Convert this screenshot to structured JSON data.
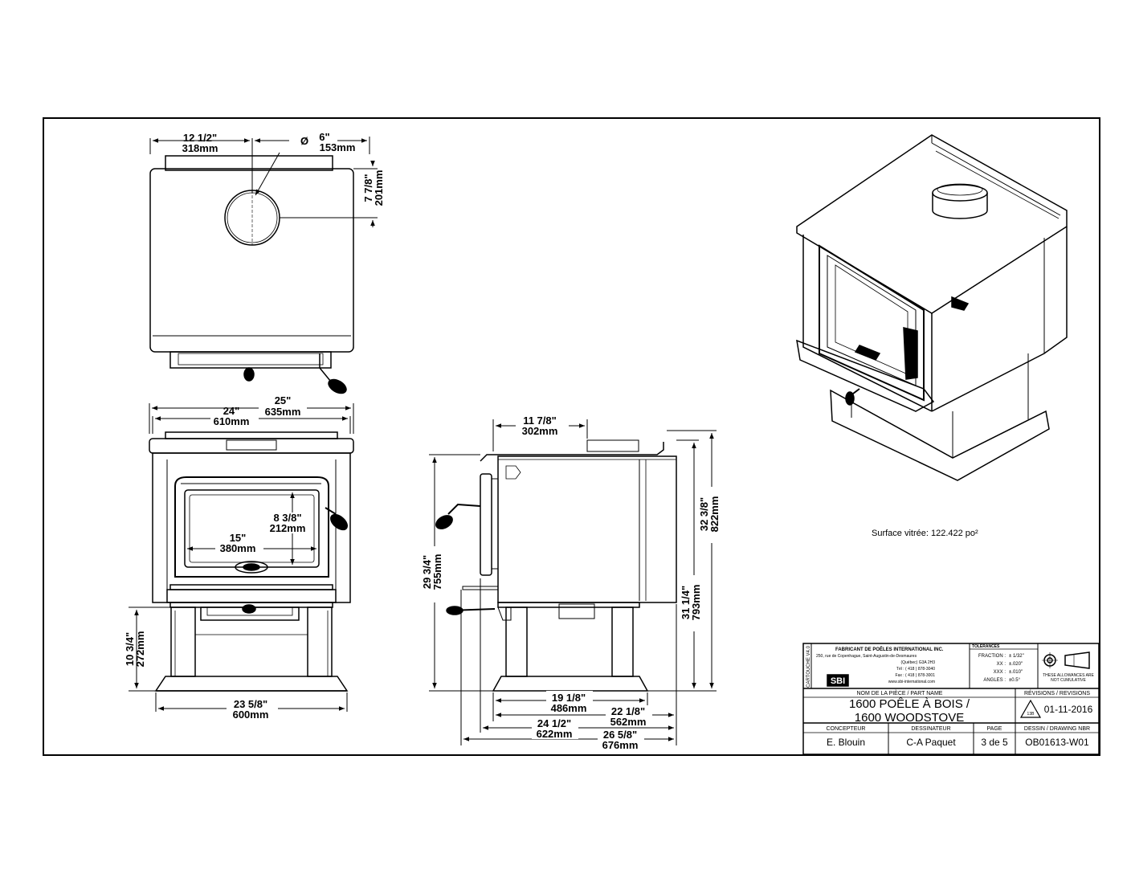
{
  "top_view": {
    "width_in": "12 1/2\"",
    "width_mm": "318mm",
    "diameter_in": "6\"",
    "diameter_mm": "153mm",
    "diameter_symbol": "Ø",
    "depth_in": "7 7/8\"",
    "depth_mm": "201mm"
  },
  "front_view": {
    "outer_in": "25\"",
    "outer_mm": "635mm",
    "body_in": "24\"",
    "body_mm": "610mm",
    "glass_h_in": "8 3/8\"",
    "glass_h_mm": "212mm",
    "glass_w_in": "15\"",
    "glass_w_mm": "380mm",
    "ped_h_in": "10 3/4\"",
    "ped_h_mm": "272mm",
    "base_w_in": "23 5/8\"",
    "base_w_mm": "600mm"
  },
  "side_view": {
    "flue_in": "11 7/8\"",
    "flue_mm": "302mm",
    "left_h_in": "29 3/4\"",
    "left_h_mm": "755mm",
    "total_h_in": "32 3/8\"",
    "total_h_mm": "822mm",
    "top_h_in": "31 1/4\"",
    "top_h_mm": "793mm",
    "d1_in": "19 1/8\"",
    "d1_mm": "486mm",
    "d2_in": "22 1/8\"",
    "d2_mm": "562mm",
    "d3_in": "24 1/2\"",
    "d3_mm": "622mm",
    "d4_in": "26 5/8\"",
    "d4_mm": "676mm"
  },
  "surface_note": "Surface vitrée: 122.422 po²",
  "title_block": {
    "side_label": "CARTOUCHE V4.0",
    "company": "FABRICANT DE POÊLES INTERNATIONAL INC.",
    "addr1": "250, rue de Copenhague, Saint-Augustin-de-Desmaures",
    "addr2": "(Québec) G3A 2H3",
    "tel": "Tél : ( 418 ) 878-3040",
    "fax": "Fax : ( 418 ) 878-3001",
    "web": "www.sbi-international.com",
    "logo": "SBI",
    "tol_header": "TOLÉRANCES",
    "tol_rows": [
      {
        "label": "FRACTION :",
        "value": "± 1/32\""
      },
      {
        "label": "XX :",
        "value": "±.020\""
      },
      {
        "label": "XXX :",
        "value": "±.010\""
      },
      {
        "label": "ANGLES :",
        "value": "±0.5°"
      }
    ],
    "allowance_note": "THESE ALLOWANCES ARE NOT CUMULATIVE",
    "part_name_header": "NOM DE LA PIÈCE / PART NAME",
    "part_name_1": "1600 POÊLE À BOIS /",
    "part_name_2": "1600 WOODSTOVE",
    "revisions_header": "RÉVISIONS / REVISIONS",
    "rev_symbol": "13B",
    "rev_date": "01-11-2016",
    "concepteur_header": "CONCEPTEUR",
    "concepteur": "E. Blouin",
    "dessinateur_header": "DESSINATEUR",
    "dessinateur": "C-A Paquet",
    "page_header": "PAGE",
    "page": "3 de 5",
    "drawing_header": "DESSIN / DRAWING NBR",
    "drawing_nbr": "OB01613-W01"
  }
}
